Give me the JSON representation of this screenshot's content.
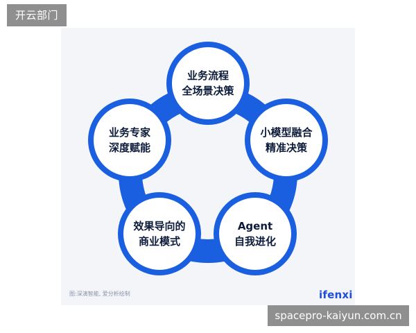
{
  "top_tag": "开云部门",
  "nodes": [
    {
      "id": "top",
      "line1": "业务流程",
      "line2": "全场景决策"
    },
    {
      "id": "right",
      "line1": "小模型融合",
      "line2": "精准决策"
    },
    {
      "id": "bottom-right",
      "line1": "Agent",
      "line2": "自我进化"
    },
    {
      "id": "bottom-left",
      "line1": "效果导向的",
      "line2": "商业模式"
    },
    {
      "id": "left",
      "line1": "业务专家",
      "line2": "深度赋能"
    }
  ],
  "credit": "图:深演智能, 爱分析绘制",
  "brand": "ifenxi",
  "watermark": "spacepro-kaiyun.com.cn",
  "colors": {
    "ring": "#1a5fe0",
    "node_fill": "#ffffff",
    "card_bg": "#f3f5f9",
    "text": "#0d1b3a"
  }
}
